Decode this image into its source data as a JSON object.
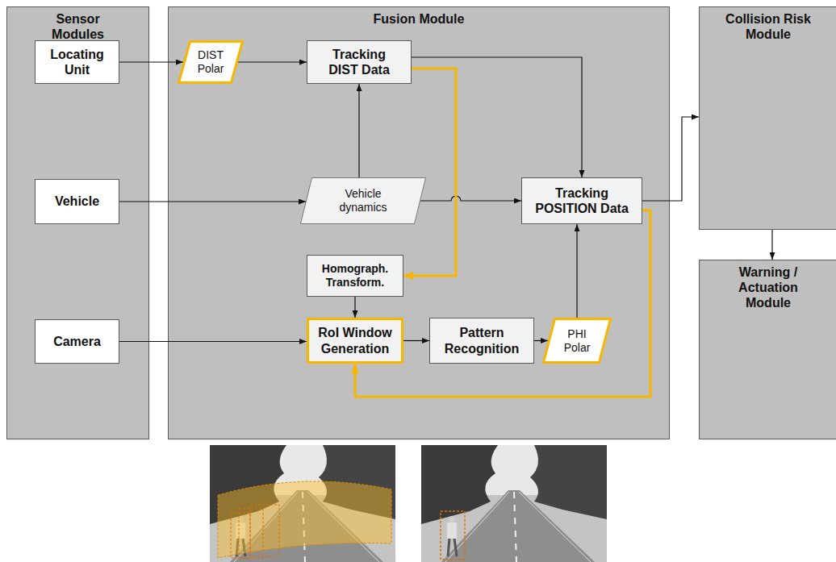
{
  "diagram": {
    "nodes": [
      {
        "text": [
          "Sensor Modules"
        ]
      },
      {
        "text": [
          "Locating Unit"
        ],
        "in": 0
      },
      {
        "text": [
          "Vehicle"
        ],
        "in": 0
      },
      {
        "text": [
          "Camera"
        ],
        "in": 0
      },
      {
        "text": [
          "Fusion Module"
        ]
      },
      {
        "text": [
          "DIST Polar"
        ],
        "in": 4
      },
      {
        "text": [
          "Tracking DIST Data"
        ],
        "in": 4
      },
      {
        "text": [
          "Vehicle dynamics"
        ],
        "in": 4
      },
      {
        "text": [
          "Tracking POSITION Data"
        ],
        "in": 4
      },
      {
        "text": [
          "Homograph. Transform."
        ],
        "in": 4
      },
      {
        "text": [
          "RoI Window Generation"
        ],
        "in": 4
      },
      {
        "text": [
          "Pattern Recognition"
        ],
        "in": 4
      },
      {
        "text": [
          "PHI Polar"
        ],
        "in": 4
      },
      {
        "text": [
          "Collision Risk Module"
        ]
      },
      {
        "text": [
          "Warning / Actuation Module"
        ]
      }
    ],
    "edges": [
      {
        "from": 1,
        "to": 5,
        "arrow": "to"
      },
      {
        "from": 5,
        "to": 6,
        "arrow": "to"
      },
      {
        "from": 2,
        "to": 7,
        "arrow": "to"
      },
      {
        "from": 7,
        "to": 6,
        "arrow": "to"
      },
      {
        "from": 7,
        "to": 8,
        "arrow": "to"
      },
      {
        "from": 6,
        "to": 8,
        "arrow": "to"
      },
      {
        "from": 6,
        "to": 9,
        "arrow": "to"
      },
      {
        "from": 9,
        "to": 10,
        "arrow": "to"
      },
      {
        "from": 3,
        "to": 10,
        "arrow": "to"
      },
      {
        "from": 10,
        "to": 11,
        "arrow": "to"
      },
      {
        "from": 11,
        "to": 12,
        "arrow": "to"
      },
      {
        "from": 12,
        "to": 8,
        "arrow": "to"
      },
      {
        "from": 8,
        "to": 13,
        "arrow": "to"
      },
      {
        "from": 8,
        "to": 10,
        "arrow": "to"
      },
      {
        "from": 13,
        "to": 14,
        "arrow": "to"
      }
    ]
  }
}
